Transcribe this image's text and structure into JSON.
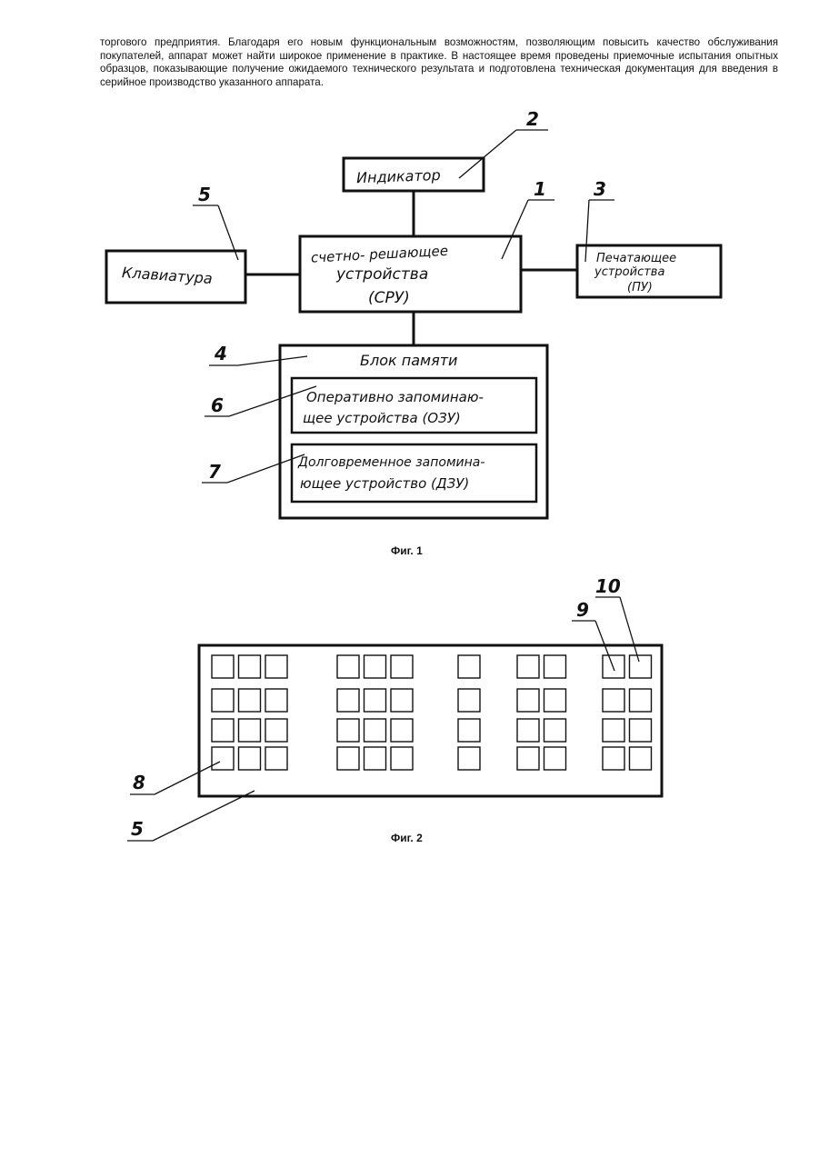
{
  "text": {
    "paragraph": "торгового предприятия. Благодаря его новым функциональным возможностям, позволяющим повысить качество обслуживания покупателей, аппарат может найти широкое применение в практике. В настоящее время проведены приемочные испытания опытных образцов, показывающие получение ожидаемого технического результата и подготовлена техническая документация для введения в серийное производство указанного аппарата."
  },
  "figure1": {
    "caption": "Фиг. 1",
    "blocks": {
      "indicator": "Индикатор",
      "keyboard": "Клавиатура",
      "cpu_line1": "счетно- решающее",
      "cpu_line2": "устройства",
      "cpu_line3": "(СРУ)",
      "printer_line1": "Печатающее",
      "printer_line2": "устройства",
      "printer_line3": "(ПУ)",
      "memory_title": "Блок памяти",
      "ram_line1": "Оперативно запоминаю-",
      "ram_line2": "щее устройства (ОЗУ)",
      "rom_line1": "Долговременное запомина-",
      "rom_line2": "ющее устройство (ДЗУ)"
    },
    "labels": {
      "cpu": "1",
      "indicator": "2",
      "printer": "3",
      "memory": "4",
      "keyboard": "5",
      "ram": "6",
      "rom": "7"
    }
  },
  "figure2": {
    "caption": "Фиг. 2",
    "labels": {
      "key": "8",
      "key_left": "9",
      "key_right": "10",
      "keyboard": "5"
    },
    "key_groups": [
      {
        "columns": 3,
        "rows": 4
      },
      {
        "columns": 3,
        "rows": 4
      },
      {
        "columns": 1,
        "rows": 4
      },
      {
        "columns": 2,
        "rows": 4
      },
      {
        "columns": 2,
        "rows": 4
      }
    ]
  }
}
